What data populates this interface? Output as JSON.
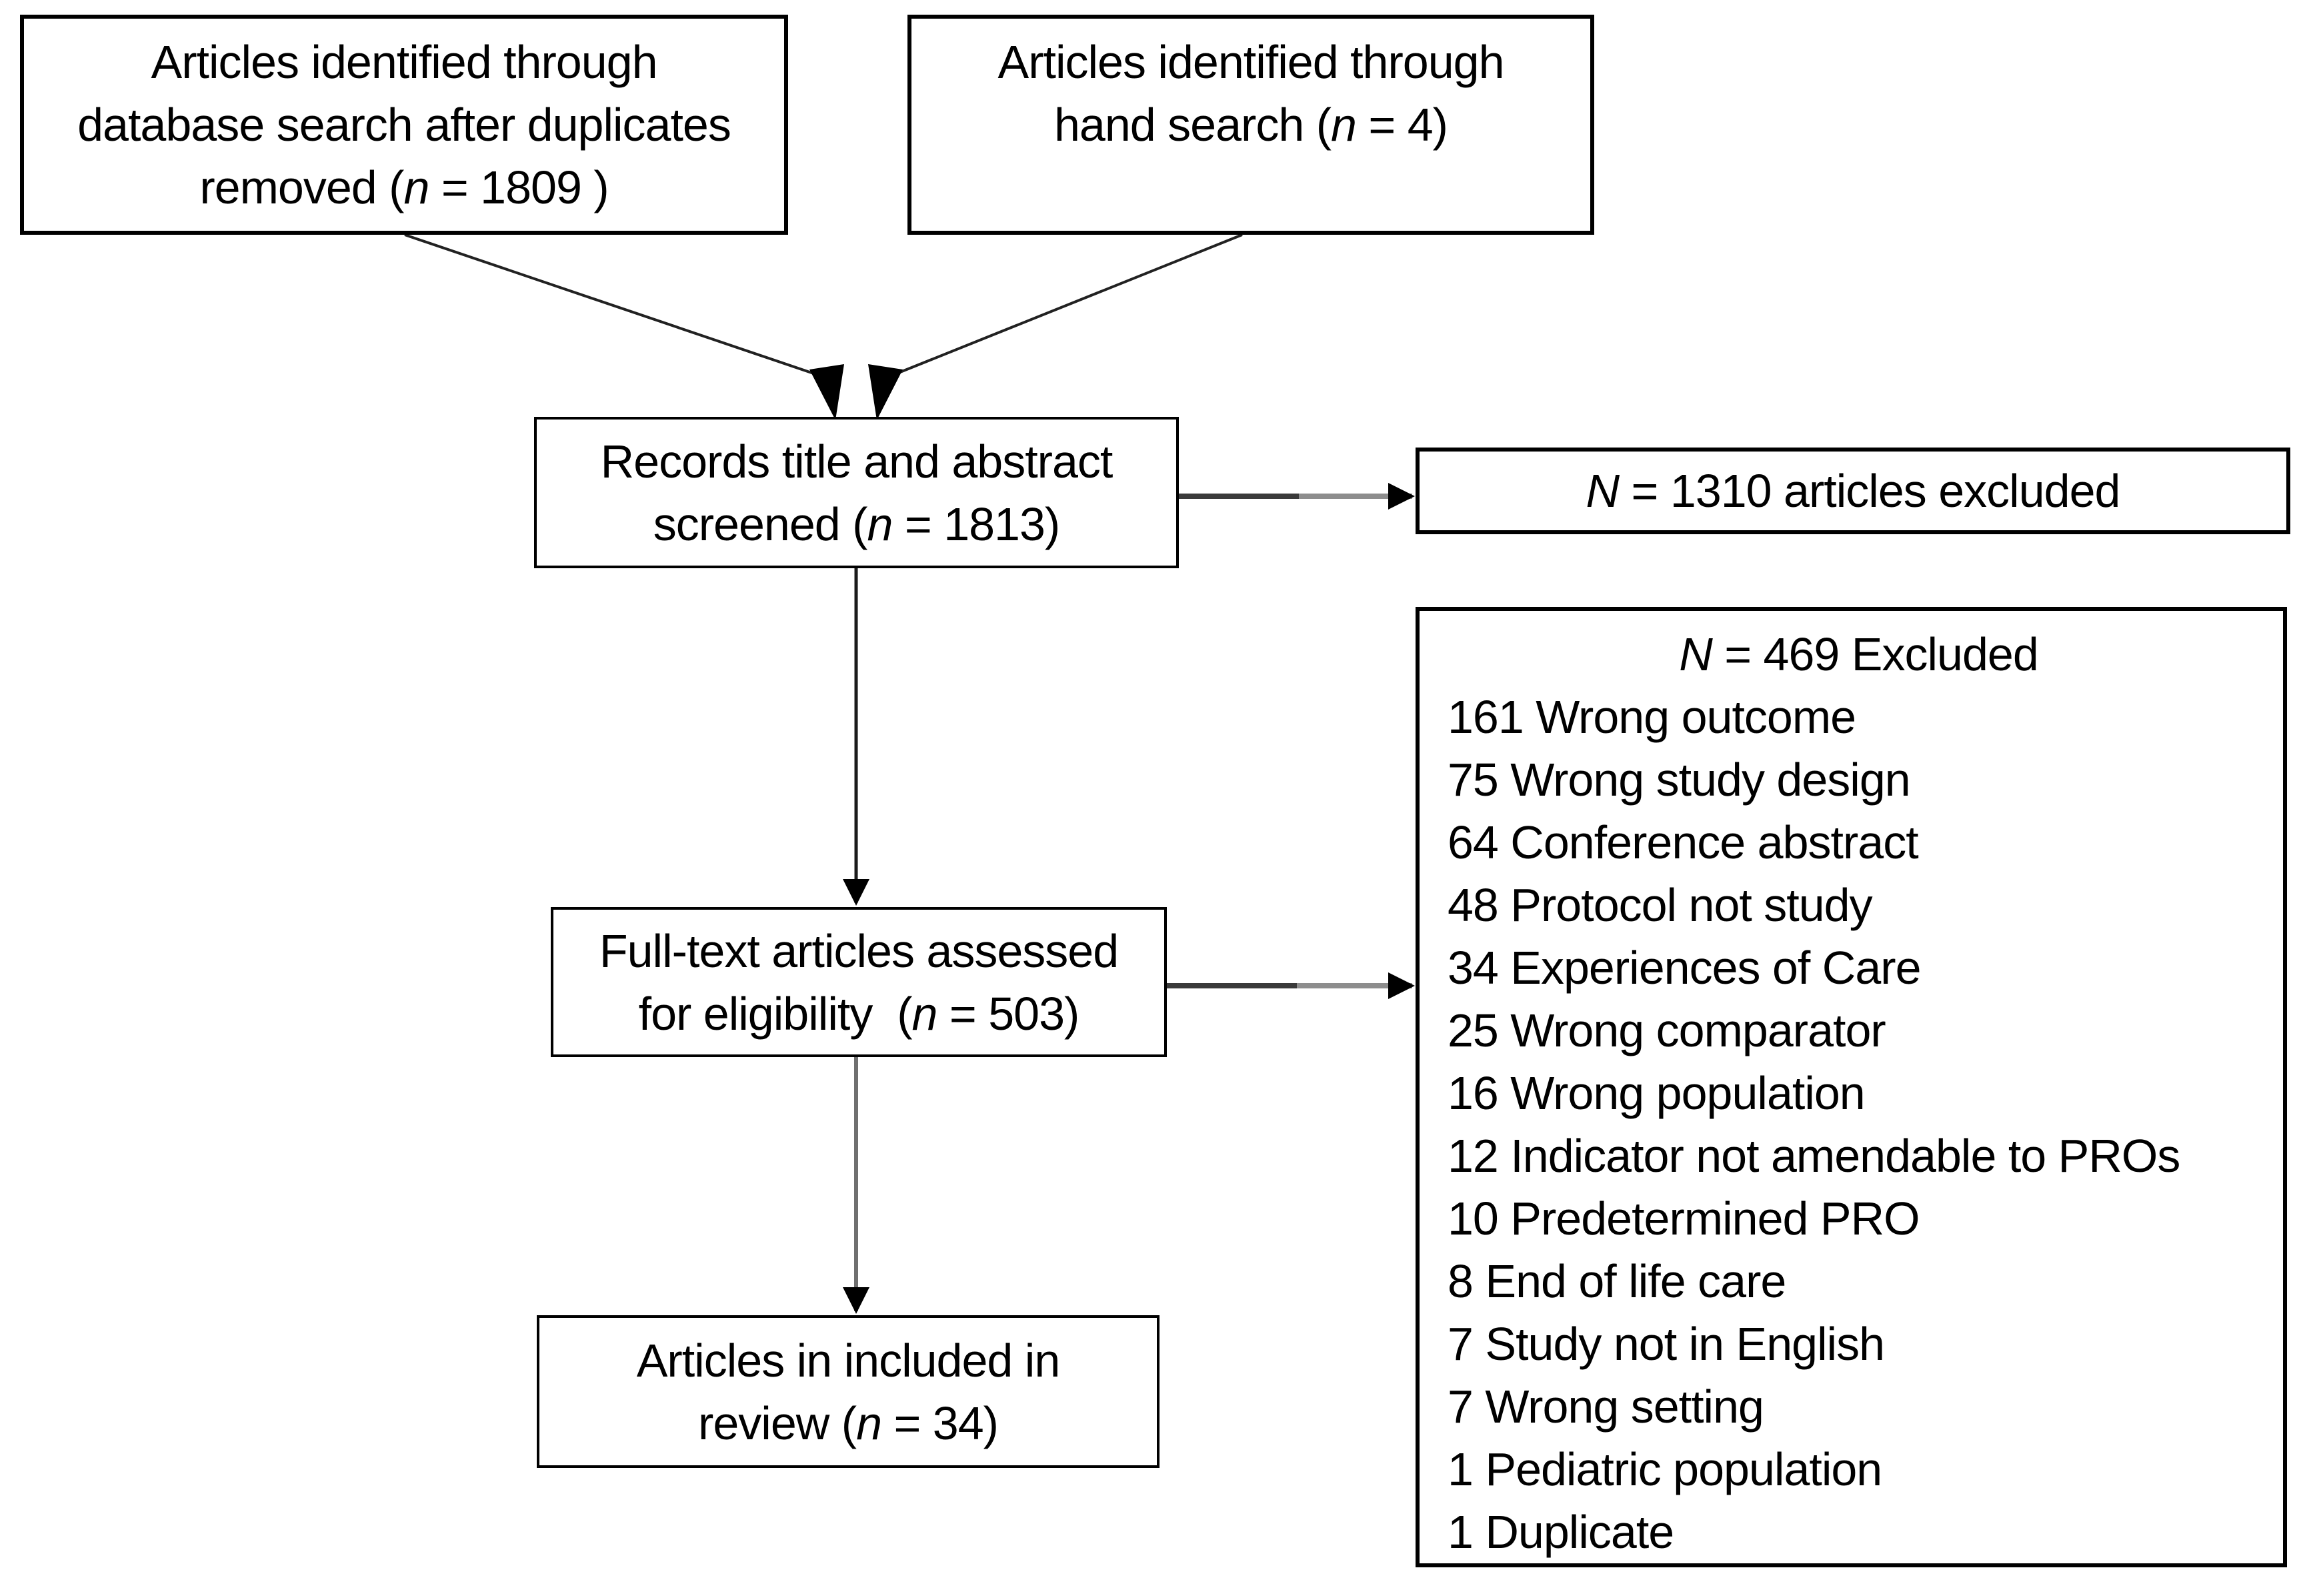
{
  "figure": {
    "background": "#ffffff",
    "colors": {
      "box_border": "#000000",
      "diagonal_line": "#222222",
      "vertical_line_black": "#1a1a1a",
      "vertical_line_gray": "#6f6f6f",
      "connector_dark": "#3a3a3a",
      "connector_light": "#8d8d8d",
      "arrowhead_fill": "#000000"
    },
    "nodes": {
      "db": {
        "l1": "Articles identified through",
        "l2": "database search after duplicates",
        "l3_pre": "removed (",
        "l3_n": "n",
        "l3_post": " = 1809 )"
      },
      "hand": {
        "l1": "Articles identified through",
        "l2_pre": "hand search (",
        "l2_n": "n",
        "l2_post": " = 4)"
      },
      "screened": {
        "l1": "Records title and abstract",
        "l2_pre": "screened (",
        "l2_n": "n",
        "l2_post": " = 1813)"
      },
      "excluded_screening": {
        "n": "N",
        "post": " = 1310 articles excluded"
      },
      "fulltext": {
        "l1": "Full-text articles assessed",
        "l2_pre": "for eligibility  (",
        "l2_n": "n",
        "l2_post": " = 503)"
      },
      "excluded_fulltext": {
        "header_n": "N",
        "header_post": " = 469 Excluded",
        "reasons": [
          "161 Wrong outcome",
          "75 Wrong study design",
          "64 Conference abstract",
          "48 Protocol not study",
          "34 Experiences of Care",
          "25 Wrong comparator",
          "16 Wrong population",
          "12 Indicator not amendable to PROs",
          "10 Predetermined PRO",
          "8 End of life care",
          "7 Study not in English",
          "7 Wrong setting",
          "1 Pediatric population",
          "1 Duplicate"
        ]
      },
      "included": {
        "l1": "Articles in included in",
        "l2_pre": "review (",
        "l2_n": "n",
        "l2_post": " = 34)"
      }
    }
  }
}
